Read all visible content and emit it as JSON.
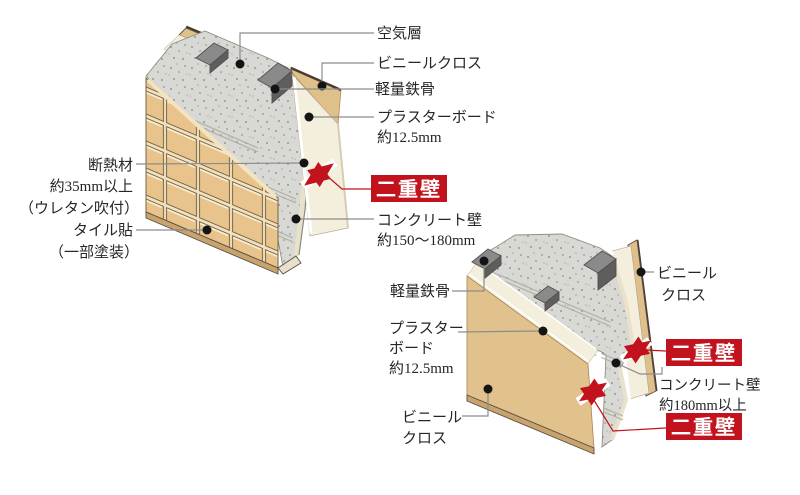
{
  "page": {
    "background": "#ffffff",
    "description_labels_language": "ja"
  },
  "colors": {
    "accent_red": "#c1121e",
    "badge_text": "#ffffff",
    "tile_tan": "#e8c48c",
    "tile_grout": "#f1e2bf",
    "vinyl_tan": "#dfc08a",
    "plasterboard_cream": "#f4eedd",
    "concrete_gray": "#d8d8d4",
    "steel_gray": "#8a8a8a",
    "edge_dark_brown": "#4a3b2e",
    "label_text": "#262626",
    "leader_gray": "#8c8c8c"
  },
  "diagram1": {
    "name": "exterior-wall-cross-section",
    "labels": {
      "insulation_1": "断熱材",
      "insulation_2": "約35mm以上",
      "insulation_3": "（ウレタン吹付）",
      "tile_1": "タイル貼",
      "tile_2": "（一部塗装）",
      "air_layer": "空気層",
      "vinyl_cloth": "ビニールクロス",
      "steel_frame": "軽量鉄骨",
      "plasterboard_1": "プラスターボード",
      "plasterboard_2": "約12.5mm",
      "double_wall": "二重壁",
      "concrete_1": "コンクリート壁",
      "concrete_2": "約150〜180mm"
    }
  },
  "diagram2": {
    "name": "partition-wall-cross-section",
    "labels": {
      "steel_frame": "軽量鉄骨",
      "plasterboard_1": "プラスター",
      "plasterboard_2": "ボード",
      "plasterboard_3": "約12.5mm",
      "vinyl_left_1": "ビニール",
      "vinyl_left_2": "クロス",
      "vinyl_right_1": "ビニール",
      "vinyl_right_2": "クロス",
      "double_wall_top": "二重壁",
      "concrete_1": "コンクリート壁",
      "concrete_2": "約180mm以上",
      "double_wall_bottom": "二重壁"
    }
  }
}
